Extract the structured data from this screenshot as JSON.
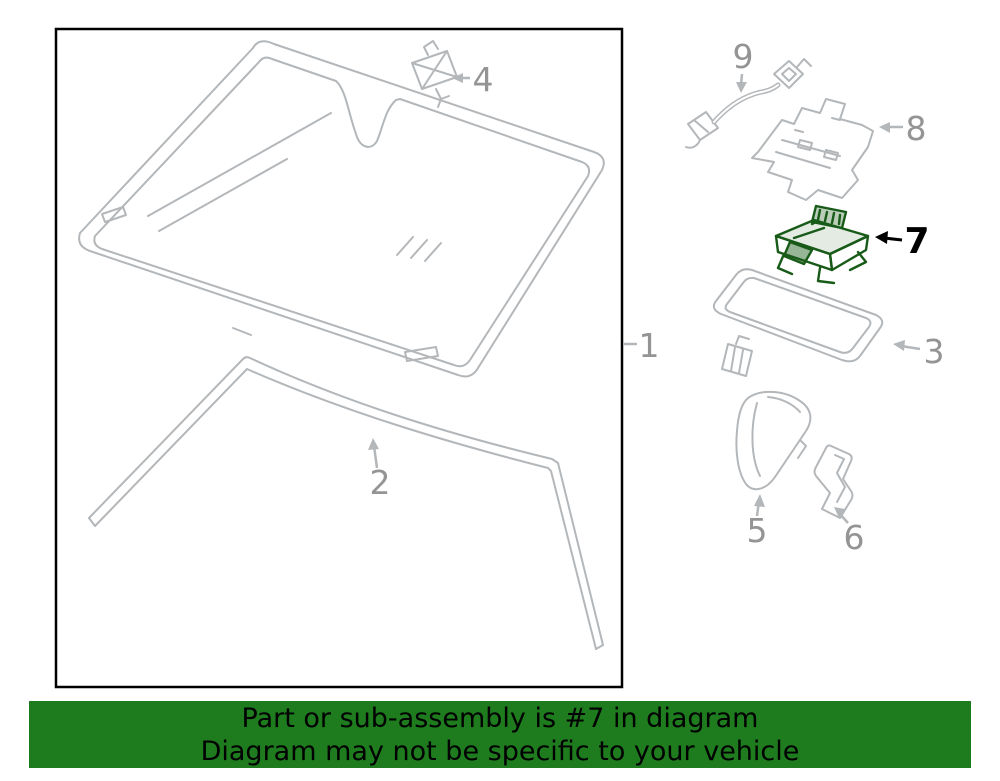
{
  "colors": {
    "banner-bg": "#1e7c1e",
    "ink": "#000000",
    "line": "#b4b7ba",
    "label": "#949494",
    "highlight": "#185a18"
  },
  "banner": {
    "line1": "Part or sub-assembly is #7 in diagram",
    "line2": "Diagram may not be specific to your vehicle"
  },
  "diagram": {
    "highlighted_part": "7",
    "labels": {
      "l1": "1",
      "l2": "2",
      "l3": "3",
      "l4": "4",
      "l5": "5",
      "l6": "6",
      "l7": "7",
      "l8": "8",
      "l9": "9"
    }
  }
}
